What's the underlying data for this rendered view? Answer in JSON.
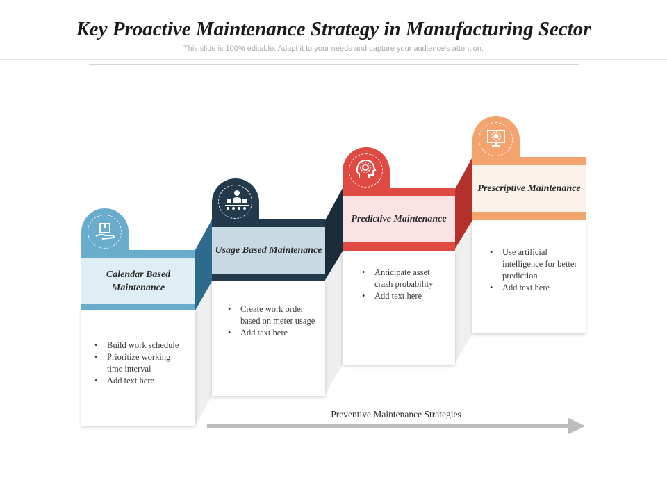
{
  "title": "Key Proactive Maintenance Strategy in Manufacturing Sector",
  "subtitle": "This slide is 100% editable. Adapt it to your needs and capture your audience's attention.",
  "colors": {
    "step1": "#6aaccb",
    "step1_dark": "#2e6a8c",
    "step1_light": "#dfedf4",
    "step2": "#233a4d",
    "step2_dark": "#1b2c3b",
    "step2_light": "#c8d9e3",
    "step3": "#df4a43",
    "step3_dark": "#b3302b",
    "step3_light": "#fbe3e3",
    "step4": "#f2a36e",
    "step4_dark": "#d9844d",
    "step4_light": "#fdf2e9",
    "arrow": "#bdbdbd"
  },
  "steps": [
    {
      "title": "Calendar Based Maintenance",
      "icon": "hand-box-icon",
      "bullets": [
        "Build work schedule",
        "Prioritize working time interval",
        "Add text here"
      ]
    },
    {
      "title": "Usage Based Maintenance",
      "icon": "worker-conveyor-icon",
      "bullets": [
        "Create work order based on meter usage",
        "Add text here"
      ]
    },
    {
      "title": "Predictive Maintenance",
      "icon": "head-gear-icon",
      "bullets": [
        "Anticipate asset crash probability",
        "Add text here"
      ]
    },
    {
      "title": "Prescriptive Maintenance",
      "icon": "monitor-gear-icon",
      "bullets": [
        "Use artificial intelligence for better prediction",
        "Add text here"
      ]
    }
  ],
  "arrow": {
    "label": "Preventive Maintenance Strategies"
  }
}
